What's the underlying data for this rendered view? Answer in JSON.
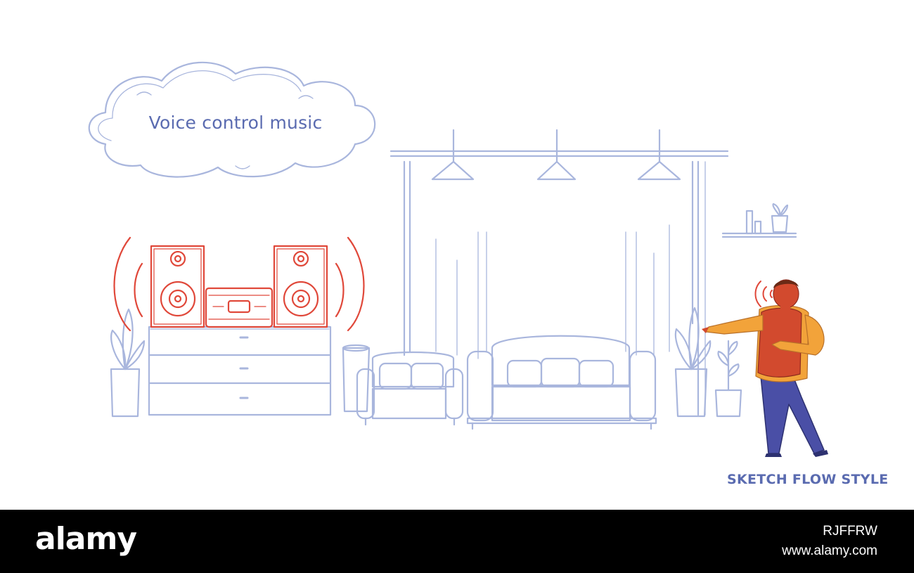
{
  "illustration": {
    "cloud_text": "Voice control music",
    "caption": "SKETCH FLOW STYLE"
  },
  "watermark": {
    "brand": "alamy",
    "image_id": "RJFFRW",
    "site": "www.alamy.com"
  },
  "colors": {
    "sketch_line": "#a9b6dd",
    "accent_red": "#e0483a",
    "text_blue": "#5a6bb0",
    "vest_red": "#d24a2e",
    "shirt_orange": "#f2a33a",
    "pants_blue": "#4a4fa6",
    "footer_bg": "#000000"
  }
}
